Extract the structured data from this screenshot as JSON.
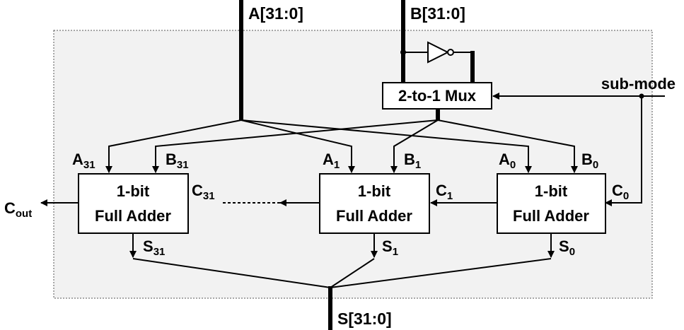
{
  "inputs": {
    "a_bus": "A[31:0]",
    "b_bus": "B[31:0]",
    "sub_mode": "sub-mode"
  },
  "output": {
    "s_bus": "S[31:0]",
    "carry_out_main": "C",
    "carry_out_sub": "out"
  },
  "mux": {
    "label": "2-to-1 Mux"
  },
  "adders": [
    {
      "line1": "1-bit",
      "line2": "Full Adder",
      "a_main": "A",
      "a_sub": "31",
      "b_main": "B",
      "b_sub": "31",
      "c_main": "C",
      "c_sub": "31",
      "s_main": "S",
      "s_sub": "31"
    },
    {
      "line1": "1-bit",
      "line2": "Full Adder",
      "a_main": "A",
      "a_sub": "1",
      "b_main": "B",
      "b_sub": "1",
      "c_main": "C",
      "c_sub": "1",
      "s_main": "S",
      "s_sub": "1"
    },
    {
      "line1": "1-bit",
      "line2": "Full Adder",
      "a_main": "A",
      "a_sub": "0",
      "b_main": "B",
      "b_sub": "0",
      "c_main": "C",
      "c_sub": "0",
      "s_main": "S",
      "s_sub": "0"
    }
  ]
}
